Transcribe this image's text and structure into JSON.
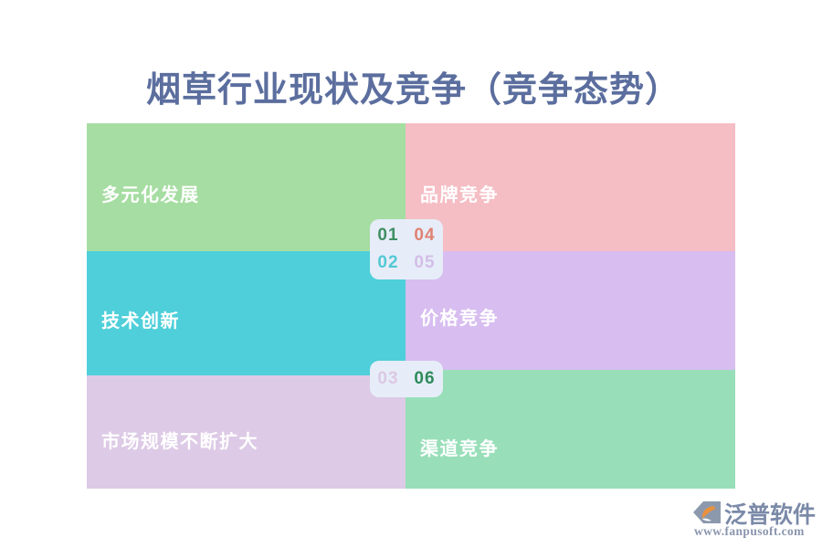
{
  "slide": {
    "background": "#ffffff",
    "title": "烟草行业现状及竞争（竞争态势）",
    "title_color": "#5b6e9e"
  },
  "matrix": {
    "left_column": [
      {
        "label": "多元化发展",
        "color": "#a6dda2"
      },
      {
        "label": "技术创新",
        "color": "#4ecfda"
      },
      {
        "label": "市场规模不断扩大",
        "color": "#ddcae6"
      }
    ],
    "right_column": [
      {
        "label": "品牌竞争",
        "color": "#f5bdc4"
      },
      {
        "label": "价格竞争",
        "color": "#d7bdf0"
      },
      {
        "label": "渠道竞争",
        "color": "#98dfb9"
      }
    ],
    "label_color": "#ffffff"
  },
  "badges": [
    {
      "name": "badge-top",
      "background": "#e6edf8",
      "numbers": [
        {
          "text": "01",
          "color": "#3f8f63"
        },
        {
          "text": "04",
          "color": "#e08273"
        },
        {
          "text": "02",
          "color": "#54c9d4"
        },
        {
          "text": "05",
          "color": "#d4bde8"
        }
      ]
    },
    {
      "name": "badge-bottom",
      "background": "#e6edf8",
      "numbers": [
        {
          "text": "03",
          "color": "#ddc8e4"
        },
        {
          "text": "06",
          "color": "#2f8a5b"
        }
      ]
    }
  ],
  "logo": {
    "name": "泛普软件",
    "url": "www.fanpusoft.com",
    "mark_color": "#8c99ad",
    "mark_accent": "#e8913f",
    "name_color": "#7b8aa8",
    "url_color": "#8a96ae"
  }
}
